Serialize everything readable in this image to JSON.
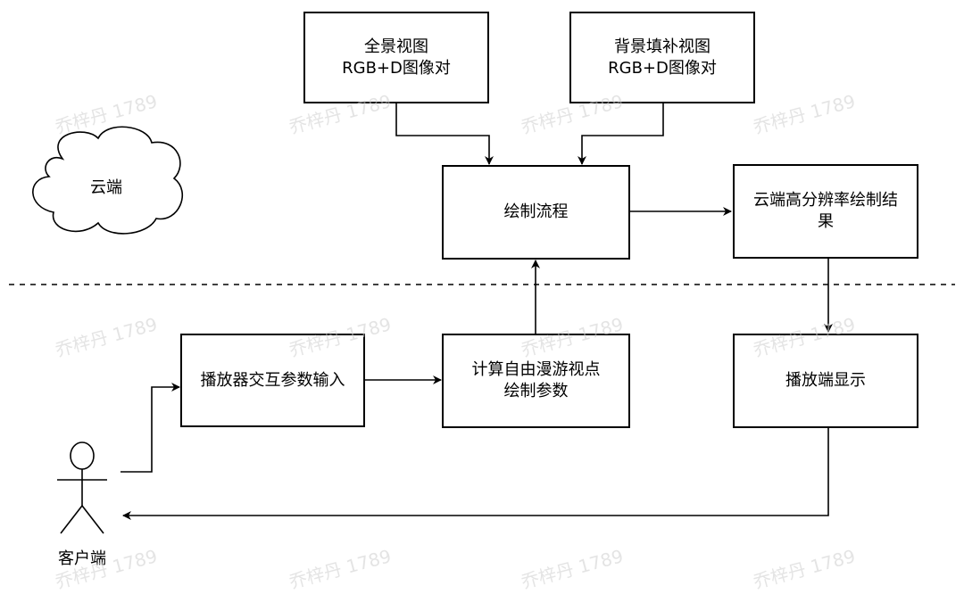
{
  "nodes": {
    "panorama": "全景视图\nRGB+D图像对",
    "bgfill": "背景填补视图\nRGB+D图像对",
    "render": "绘制流程",
    "cloud_result": "云端高分辨率绘制结\n果",
    "player_input": "播放器交互参数输入",
    "compute": "计算自由漫游视点\n绘制参数",
    "player_display": "播放端显示"
  },
  "cloud_label": "云端",
  "client_label": "客户端",
  "watermark": "乔梓丹 1789"
}
